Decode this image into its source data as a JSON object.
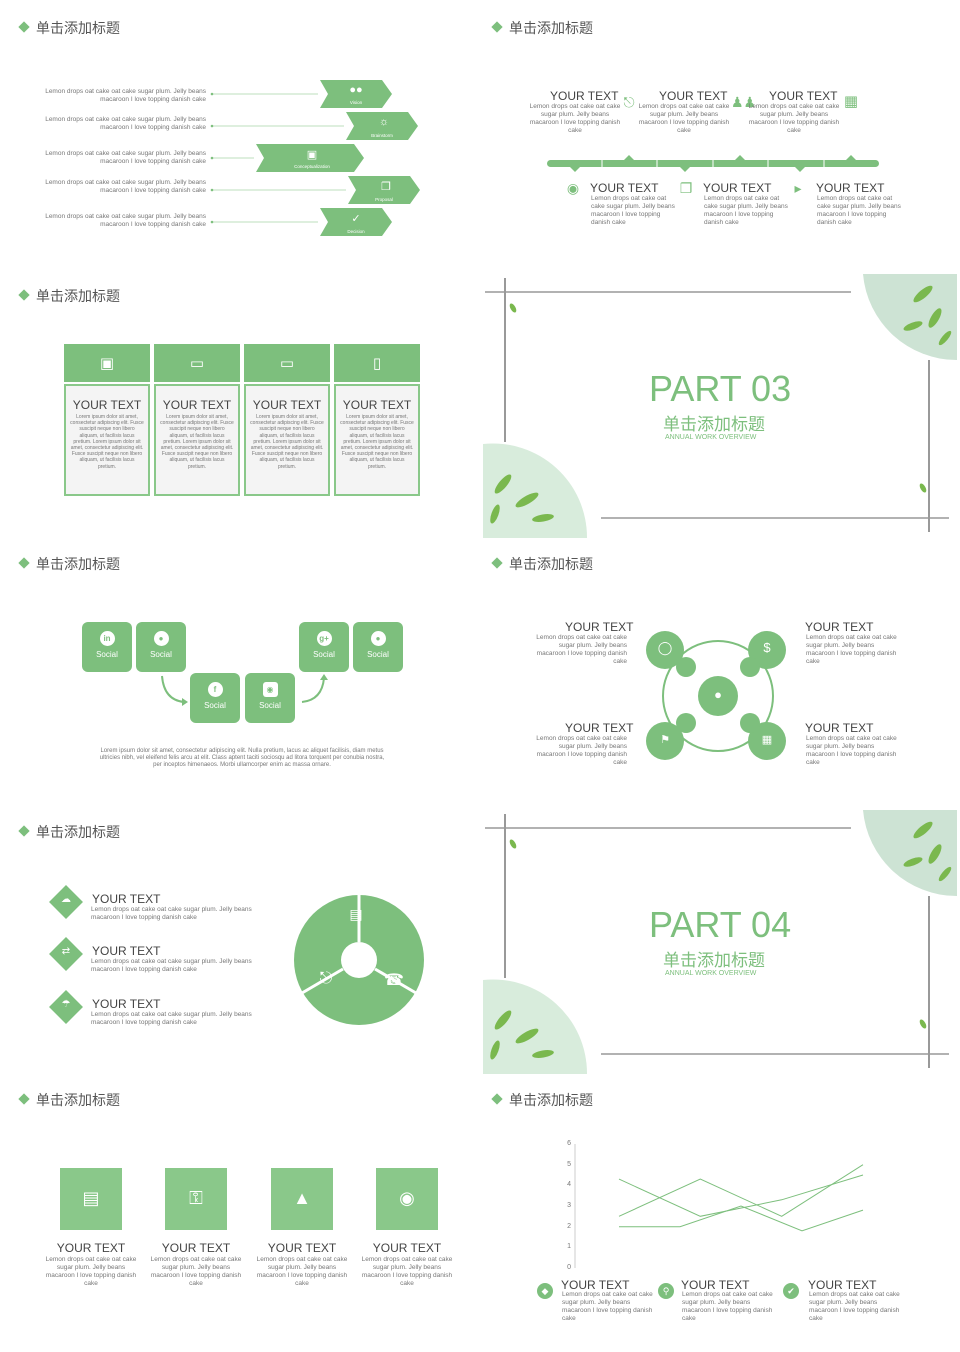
{
  "title_cn": "单击添加标题",
  "your_text": "YOUR TEXT",
  "lemon_short": "Lemon drops oat cake oat cake sugar plum. Jelly beans macaroon I love topping danish cake",
  "lemon_long": "Lemon drops oat cake oat cake sugar plum. Jelly beans macaroon I love topping danish cake",
  "lorem_card": "Lorem ipsum dolor sit amet, consectetur adipiscing elit. Fusce suscipit neque non libero aliquam, ut facilisis lacus pretium. Lorem ipsum dolor sit amet, consectetur adipiscing elit. Fusce suscipit neque non libero aliquam, ut facilisis lacus pretium.",
  "lorem_social": "Lorem ipsum dolor sit amet, consectetur adipiscing elit. Nulla pretium, lacus ac aliquet facilisis, diam metus ultricies nibh, vel eleifend felis arcu at elit. Class aptent taciti sociosqu ad litora torquent per conubia nostra, per inceptos himenaeos. Morbi ullamcorper enim ac massa ornare.",
  "slide1": {
    "labels": [
      "Vision",
      "Brainstorm",
      "Conceptualization",
      "Proposal",
      "Decision"
    ]
  },
  "social_label": "Social",
  "part3": {
    "num": "PART 03",
    "cn": "单击添加标题",
    "sub": "ANNUAL WORK OVERVIEW"
  },
  "part4": {
    "num": "PART 04",
    "cn": "单击添加标题",
    "sub": "ANNUAL WORK OVERVIEW"
  },
  "colors": {
    "green": "#7dbf7d",
    "light": "#d8ecd8"
  },
  "chart_data": {
    "type": "line",
    "ylim": [
      0,
      6
    ],
    "yticks": [
      "6",
      "5",
      "4",
      "3",
      "2",
      "1",
      "0"
    ],
    "series": [
      {
        "values": [
          2.5,
          4.3,
          2.5,
          5
        ]
      },
      {
        "values": [
          4.3,
          2.5,
          3.3,
          4.5
        ]
      },
      {
        "values": [
          2,
          2,
          3,
          1.8,
          2.8
        ]
      }
    ]
  }
}
